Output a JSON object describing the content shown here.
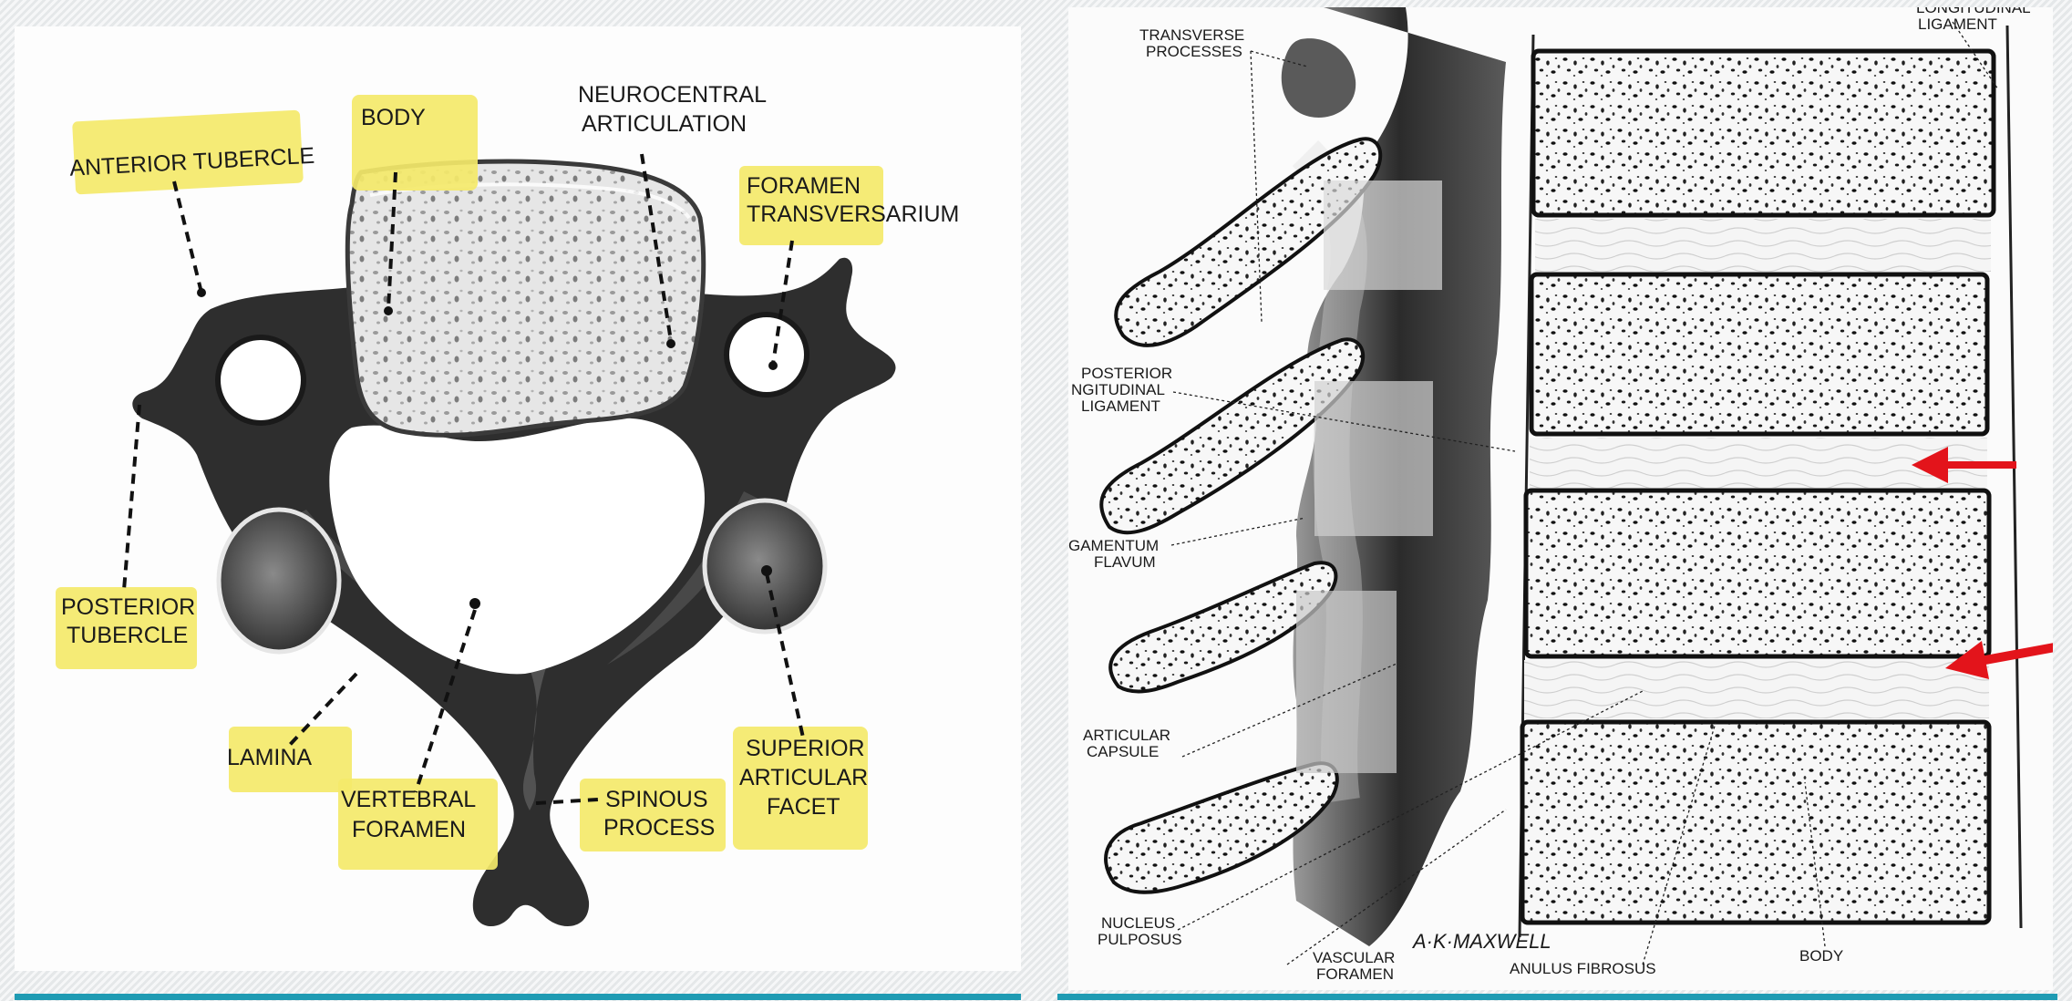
{
  "colors": {
    "highlight": "#f4e96a",
    "arrow": "#e3141b",
    "bottom_bar": "#1f9bb3",
    "bone_dark": "#2a2a2a"
  },
  "left_figure": {
    "labels": {
      "anterior_tubercle": "ANTERIOR TUBERCLE",
      "body": "BODY",
      "neurocentral_1": "NEUROCENTRAL",
      "neurocentral_2": "ARTICULATION",
      "foramen_1": "FORAMEN",
      "foramen_2": "TRANSVERSARIUM",
      "posterior_tubercle_1": "POSTERIOR",
      "posterior_tubercle_2": "TUBERCLE",
      "lamina": "LAMINA",
      "vertebral_foramen_1": "VERTEBRAL",
      "vertebral_foramen_2": "FORAMEN",
      "spinous_1": "SPINOUS",
      "spinous_2": "PROCESS",
      "superior_1": "SUPERIOR",
      "superior_2": "ARTICULAR",
      "superior_3": "FACET"
    }
  },
  "right_figure": {
    "labels": {
      "top_ligament_1": "LONGITUDINAL",
      "top_ligament_2": "LIGAMENT",
      "transverse_1": "TRANSVERSE",
      "transverse_2": "PROCESSES",
      "posterior_long_1": "POSTERIOR",
      "posterior_long_2": "NGITUDINAL",
      "posterior_long_3": "LIGAMENT",
      "flavum_1": "GAMENTUM",
      "flavum_2": "FLAVUM",
      "capsule_1": "ARTICULAR",
      "capsule_2": "CAPSULE",
      "nucleus_1": "NUCLEUS",
      "nucleus_2": "PULPOSUS",
      "vascular_1": "VASCULAR",
      "vascular_2": "FORAMEN",
      "signature": "A·K·MAXWELL",
      "anulus": "ANULUS FIBROSUS",
      "body": "BODY"
    }
  }
}
